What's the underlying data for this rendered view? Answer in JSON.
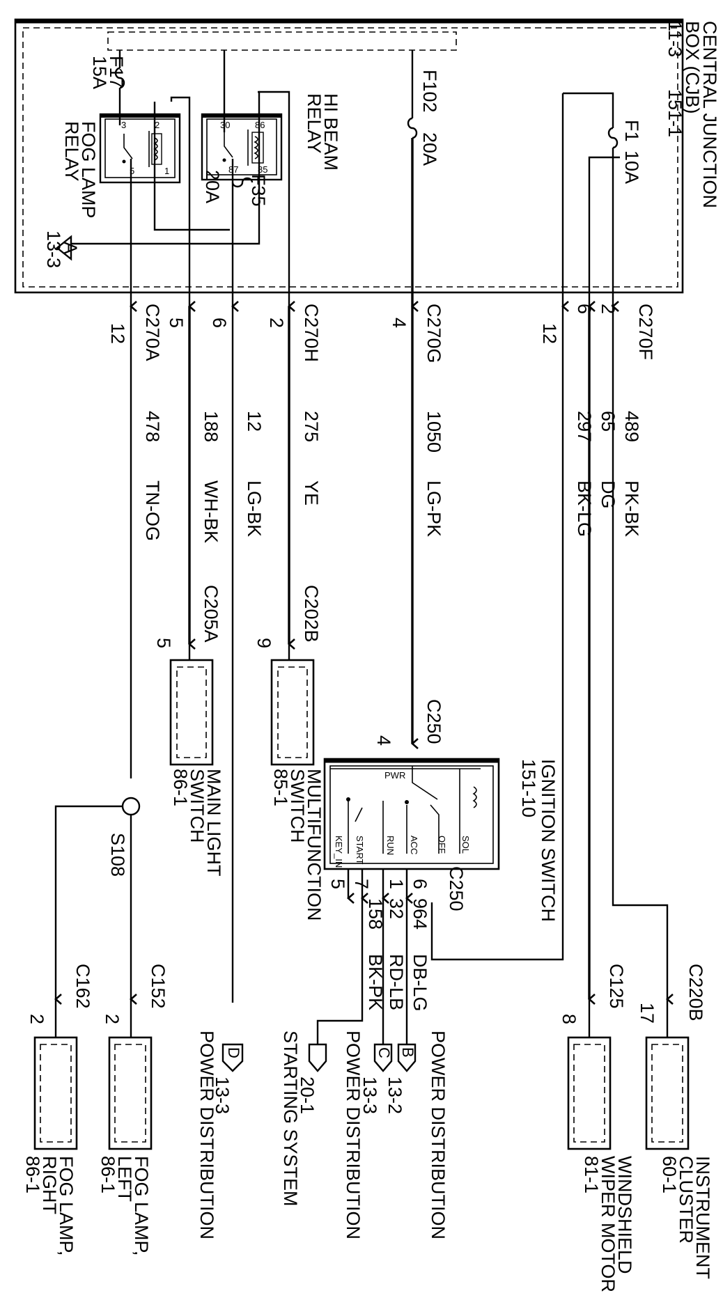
{
  "cjb": {
    "title_line1": "CENTRAL JUNCTION",
    "title_line2": "BOX (CJB)",
    "ref_a": "11-3",
    "ref_b": "151-1"
  },
  "fuses": {
    "f17": {
      "name": "F17",
      "rating": "15A"
    },
    "f35": {
      "name": "F35",
      "rating": "20A"
    },
    "f102": {
      "name": "F102",
      "rating": "20A"
    },
    "f1": {
      "name": "F1",
      "rating": "10A"
    }
  },
  "relays": {
    "fog": {
      "line1": "FOG LAMP",
      "line2": "RELAY",
      "pins": [
        "3",
        "2",
        "5",
        "1"
      ]
    },
    "hibeam": {
      "line1": "HI BEAM",
      "line2": "RELAY",
      "pins": [
        "30",
        "86",
        "87",
        "85"
      ]
    }
  },
  "ground_ref": {
    "letter": "A",
    "ref": "13-3"
  },
  "connectors": {
    "c270a": "C270A",
    "c270h": "C270H",
    "c270g": "C270G",
    "c270f": "C270F",
    "c205a": "C205A",
    "c202b": "C202B",
    "c250_top": "C250",
    "c250_bottom": "C250",
    "c162": "C162",
    "c152": "C152",
    "c125": "C125",
    "c220b": "C220B"
  },
  "pins": {
    "c270a_12": "12",
    "c270h_5": "5",
    "c270h_6": "6",
    "c270h_2": "2",
    "c270g_4": "4",
    "c270f_12": "12",
    "c270f_6": "6",
    "c270f_2": "2",
    "c205a_5": "5",
    "c202b_9": "9",
    "c250_4": "4",
    "c250_5": "5",
    "c250_7": "7",
    "c250_1": "1",
    "c250_6": "6",
    "c162_2": "2",
    "c152_2": "2",
    "c125_8": "8",
    "c220b_17": "17"
  },
  "wires": [
    {
      "circuit": "478",
      "color": "TN-OG"
    },
    {
      "circuit": "188",
      "color": "WH-BK"
    },
    {
      "circuit": "12",
      "color": "LG-BK"
    },
    {
      "circuit": "275",
      "color": "YE"
    },
    {
      "circuit": "1050",
      "color": "LG-PK"
    },
    {
      "circuit": "297",
      "color": "BK-LG"
    },
    {
      "circuit": "65",
      "color": "DG"
    },
    {
      "circuit": "489",
      "color": "PK-BK"
    }
  ],
  "ign_wires": [
    {
      "circuit": "158",
      "color": "BK-PK"
    },
    {
      "circuit": "32",
      "color": "RD-LB"
    },
    {
      "circuit": "964",
      "color": "DB-LG"
    }
  ],
  "splice": "S108",
  "ignition": {
    "title": "IGNITION SWITCH",
    "ref": "151-10",
    "labels": {
      "pwr": "PWR",
      "key_in": "KEY_IN",
      "start": "START",
      "run": "RUN",
      "acc": "ACC",
      "off": "OFF",
      "sol": "SOL"
    }
  },
  "components": {
    "main_light": {
      "line1": "MAIN LIGHT",
      "line2": "SWITCH",
      "ref": "86-1"
    },
    "multifunction": {
      "line1": "MULTIFUNCTION",
      "line2": "SWITCH",
      "ref": "85-1"
    },
    "fog_right": {
      "line1": "FOG LAMP,",
      "line2": "RIGHT",
      "ref": "86-1"
    },
    "fog_left": {
      "line1": "FOG LAMP,",
      "line2": "LEFT",
      "ref": "86-1"
    },
    "wiper": {
      "line1": "WINDSHIELD",
      "line2": "WIPER MOTOR",
      "ref": "81-1"
    },
    "cluster": {
      "line1": "INSTRUMENT",
      "line2": "CLUSTER",
      "ref": "60-1"
    }
  },
  "page_refs": {
    "d": {
      "letter": "D",
      "ref": "13-3",
      "label": "POWER DISTRIBUTION"
    },
    "c": {
      "letter": "C",
      "ref": "13-3",
      "label": "POWER DISTRIBUTION"
    },
    "b": {
      "letter": "B",
      "ref": "13-2",
      "label": "POWER DISTRIBUTION"
    },
    "start": {
      "ref": "20-1",
      "label": "STARTING SYSTEM"
    }
  }
}
